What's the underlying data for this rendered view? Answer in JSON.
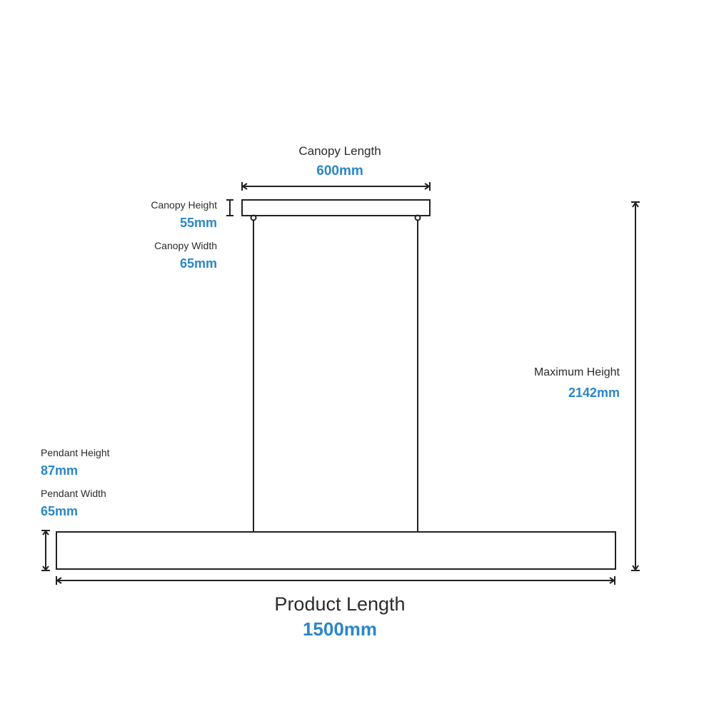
{
  "canopy_length": {
    "label": "Canopy Length",
    "value": "600mm"
  },
  "canopy_height": {
    "label": "Canopy Height",
    "value": "55mm"
  },
  "canopy_width": {
    "label": "Canopy Width",
    "value": "65mm"
  },
  "maximum_height": {
    "label": "Maximum Height",
    "value": "2142mm"
  },
  "pendant_height": {
    "label": "Pendant Height",
    "value": "87mm"
  },
  "pendant_width": {
    "label": "Pendant Width",
    "value": "65mm"
  },
  "product_length": {
    "label": "Product Length",
    "value": "1500mm"
  },
  "colors": {
    "accent": "#2a86c8",
    "line": "#222222",
    "text": "#2b2b2b"
  }
}
